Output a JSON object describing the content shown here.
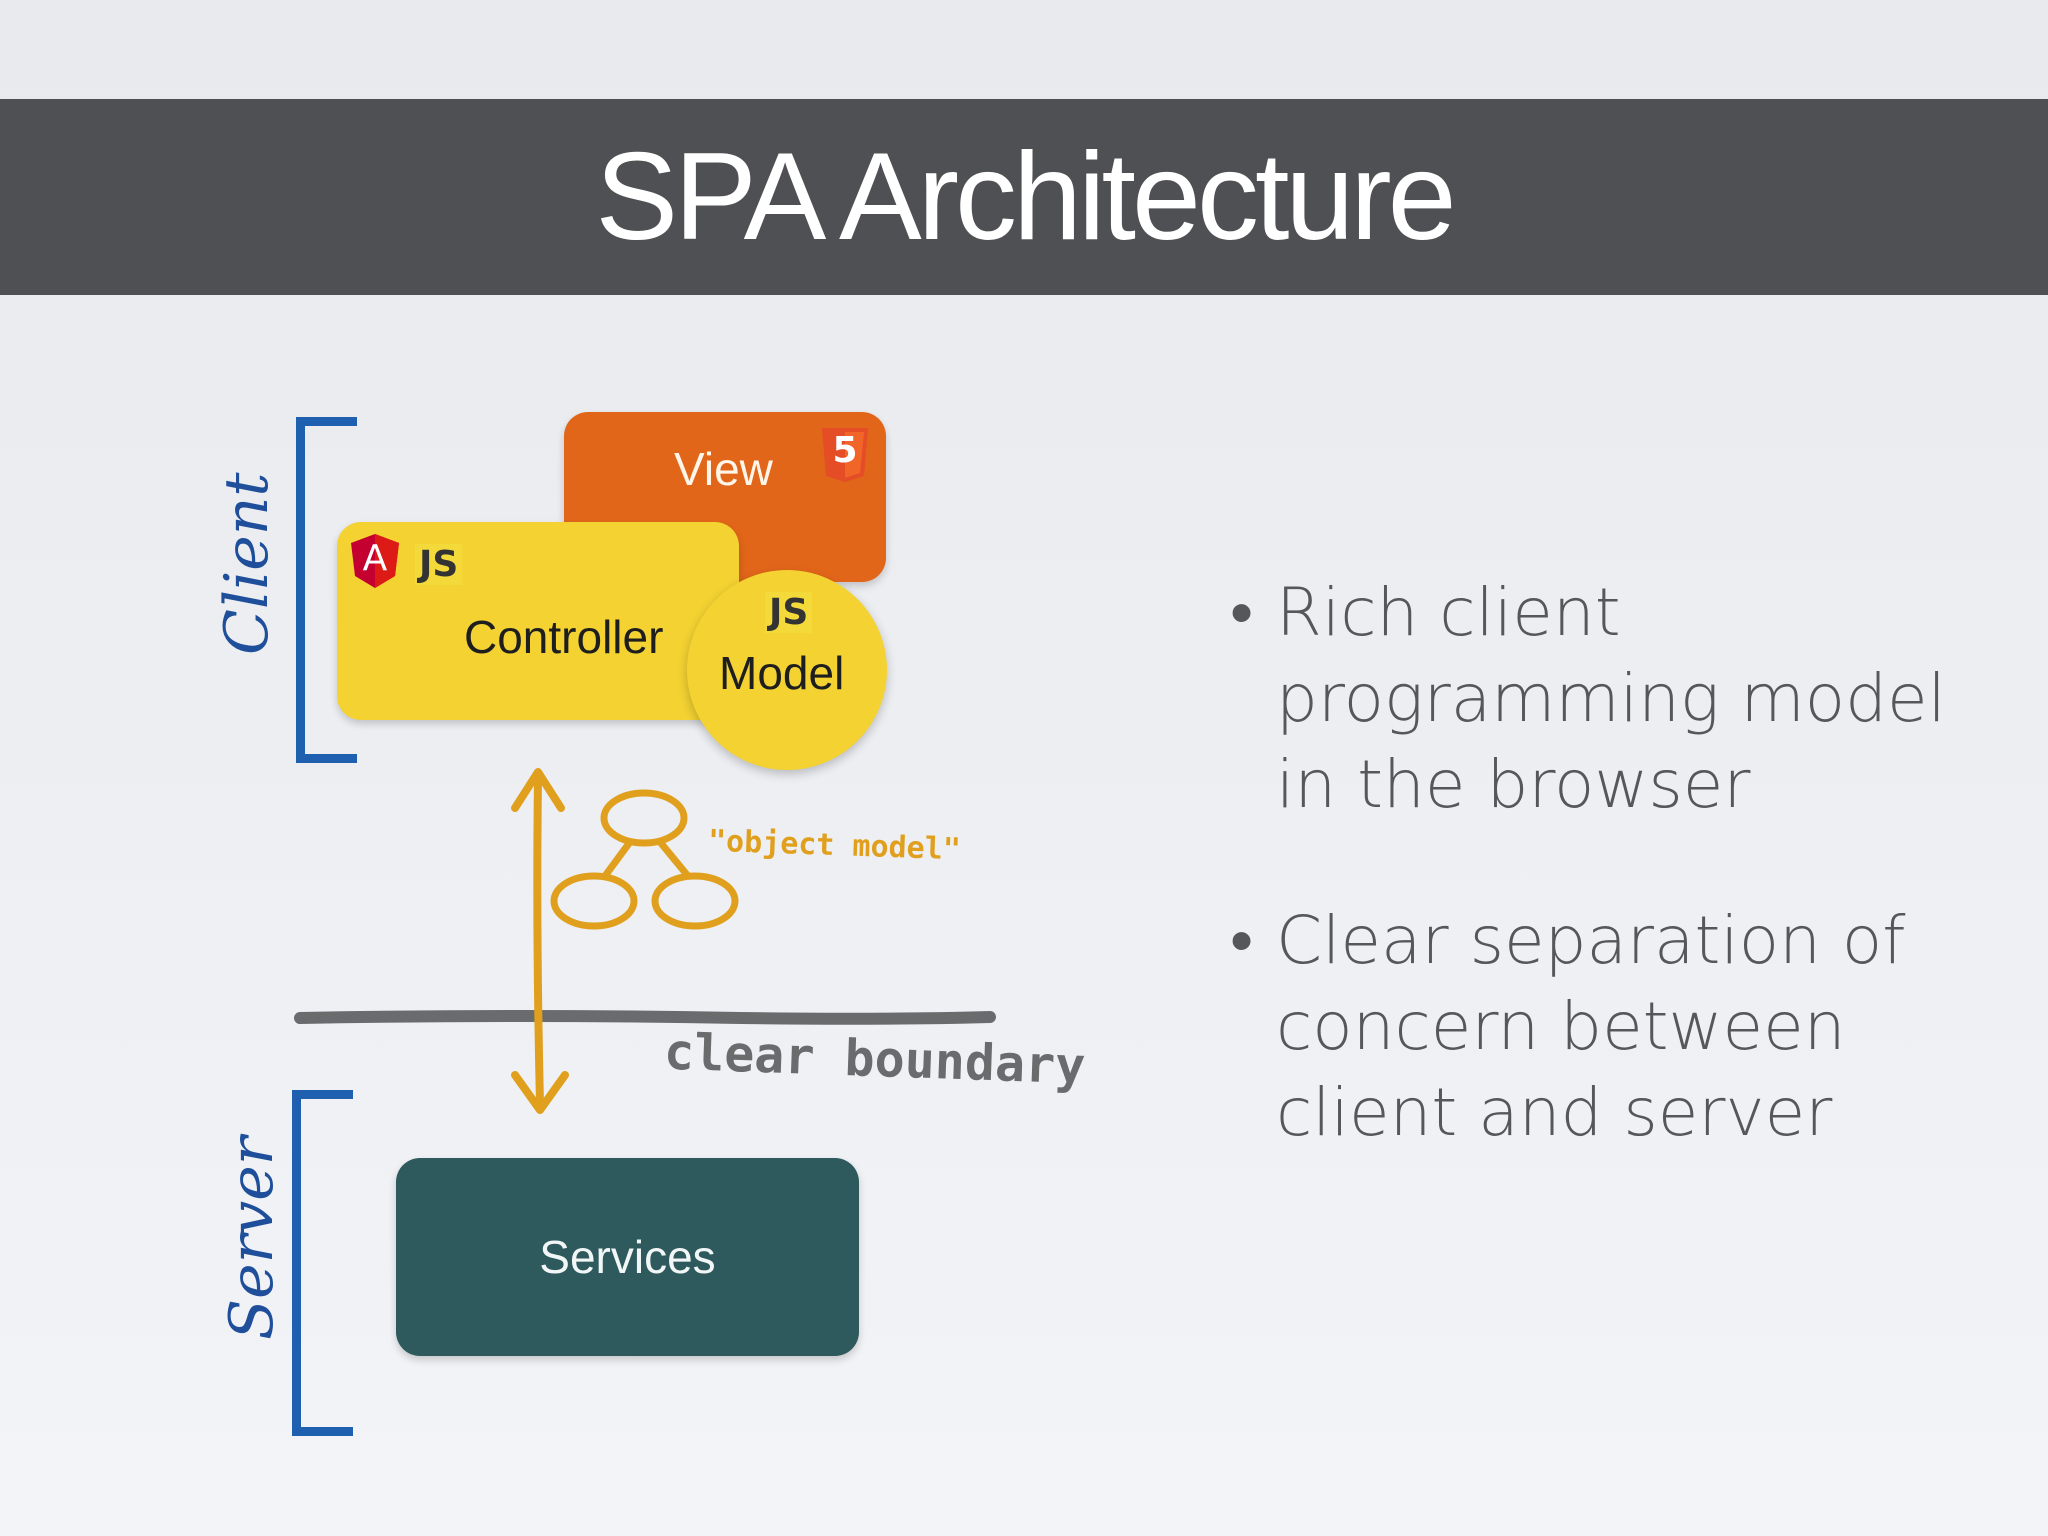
{
  "title": "SPA Architecture",
  "diagram": {
    "client_label": "Client",
    "server_label": "Server",
    "view_label": "View",
    "html5_badge": "5",
    "controller_label": "Controller",
    "controller_badge": "JS",
    "angular_badge": "A",
    "model_label": "Model",
    "model_badge": "JS",
    "object_model_label": "\"object model\"",
    "boundary_label": "clear boundary",
    "services_label": "Services",
    "colors": {
      "view": "#e2661a",
      "controller": "#f3d232",
      "model": "#f3d232",
      "services": "#2e5a5e",
      "bracket": "#1f5fb0",
      "sketch": "#e0a01e",
      "boundary": "#6a6b6d"
    }
  },
  "bullets": [
    "Rich client programming model in the browser",
    "Clear separation of concern between client and server"
  ]
}
